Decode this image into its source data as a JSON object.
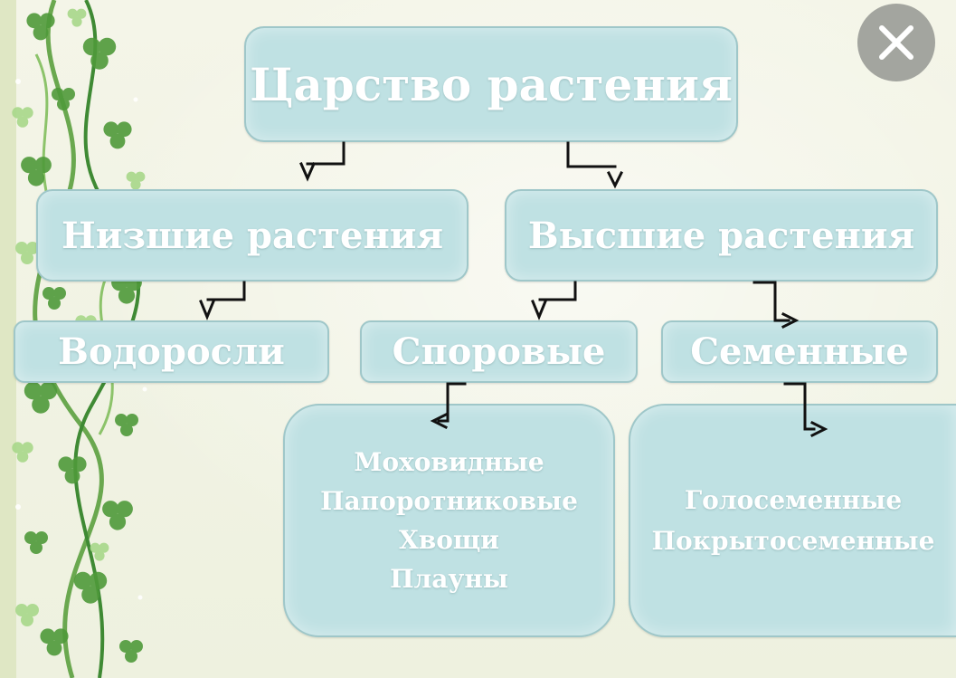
{
  "diagram": {
    "root": "Царство растения",
    "lower": "Низшие растения",
    "higher": "Высшие растения",
    "algae": "Водоросли",
    "spore": "Споровые",
    "seed": "Семенные",
    "spore_list": [
      "Моховидные",
      "Папоротниковые",
      "Хвощи",
      "Плауны"
    ],
    "seed_list": [
      "Голосеменные",
      "Покрытосеменные"
    ]
  },
  "controls": {
    "close_icon": "close-icon"
  },
  "colors": {
    "box_fill": "#bfe1e3",
    "box_border": "#9fc7c9",
    "text": "#ffffff",
    "background": "#f1f3e3",
    "close_button": "#a3a59f",
    "vine_green": "#4f9a3a"
  }
}
